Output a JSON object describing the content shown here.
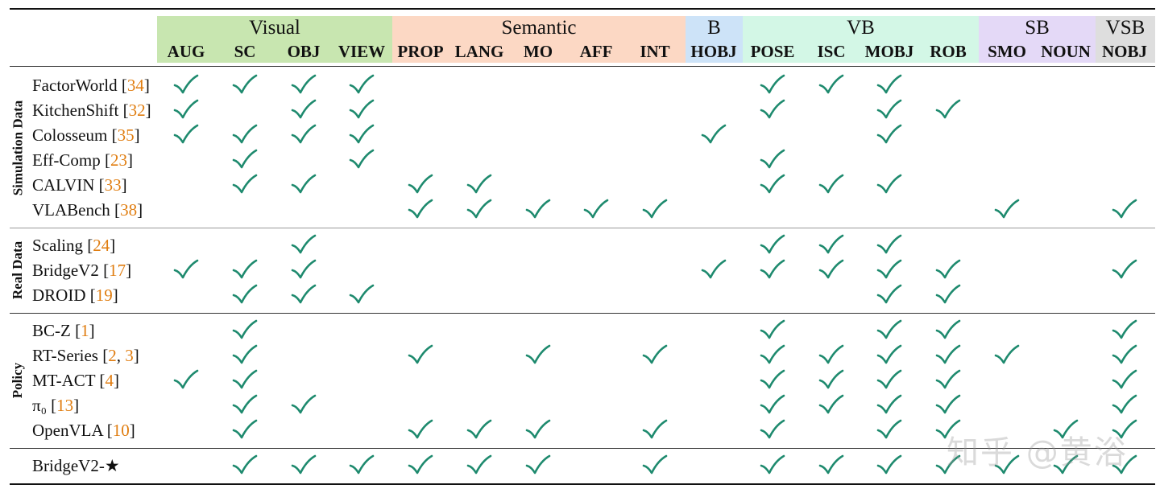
{
  "groups": [
    {
      "key": "visual",
      "label": "Visual",
      "color": "#c8e6b0"
    },
    {
      "key": "semantic",
      "label": "Semantic",
      "color": "#fcd8c4"
    },
    {
      "key": "b",
      "label": "B",
      "color": "#cde3f8"
    },
    {
      "key": "vb",
      "label": "VB",
      "color": "#d3f7e6"
    },
    {
      "key": "sb",
      "label": "SB",
      "color": "#e4d9f7"
    },
    {
      "key": "vsb",
      "label": "VSB",
      "color": "#dedede"
    }
  ],
  "columns": [
    "AUG",
    "SC",
    "OBJ",
    "VIEW",
    "PROP",
    "LANG",
    "MO",
    "AFF",
    "INT",
    "HOBJ",
    "POSE",
    "ISC",
    "MOBJ",
    "ROB",
    "SMO",
    "NOUN",
    "NOBJ"
  ],
  "sections": [
    "Simulation Data",
    "Real Data",
    "Policy"
  ],
  "rows": [
    {
      "name": "FactorWorld [",
      "cite": "34",
      "end": "]",
      "checks": [
        1,
        1,
        1,
        1,
        0,
        0,
        0,
        0,
        0,
        0,
        1,
        1,
        1,
        0,
        0,
        0,
        0
      ]
    },
    {
      "name": "KitchenShift [",
      "cite": "32",
      "end": "]",
      "checks": [
        1,
        0,
        1,
        1,
        0,
        0,
        0,
        0,
        0,
        0,
        1,
        0,
        1,
        1,
        0,
        0,
        0
      ]
    },
    {
      "name": "Colosseum [",
      "cite": "35",
      "end": "]",
      "checks": [
        1,
        1,
        1,
        1,
        0,
        0,
        0,
        0,
        0,
        1,
        0,
        0,
        1,
        0,
        0,
        0,
        0
      ]
    },
    {
      "name": "Eff-Comp [",
      "cite": "23",
      "end": "]",
      "checks": [
        0,
        1,
        0,
        1,
        0,
        0,
        0,
        0,
        0,
        0,
        1,
        0,
        0,
        0,
        0,
        0,
        0
      ]
    },
    {
      "name": "CALVIN [",
      "cite": "33",
      "end": "]",
      "checks": [
        0,
        1,
        1,
        0,
        1,
        1,
        0,
        0,
        0,
        0,
        1,
        1,
        1,
        0,
        0,
        0,
        0
      ]
    },
    {
      "name": "VLABench [",
      "cite": "38",
      "end": "]",
      "checks": [
        0,
        0,
        0,
        0,
        1,
        1,
        1,
        1,
        1,
        0,
        0,
        0,
        0,
        0,
        1,
        0,
        1
      ]
    },
    {
      "name": "Scaling [",
      "cite": "24",
      "end": "]",
      "checks": [
        0,
        0,
        1,
        0,
        0,
        0,
        0,
        0,
        0,
        0,
        1,
        1,
        1,
        0,
        0,
        0,
        0
      ]
    },
    {
      "name": "BridgeV2 [",
      "cite": "17",
      "end": "]",
      "checks": [
        1,
        1,
        1,
        0,
        0,
        0,
        0,
        0,
        0,
        1,
        1,
        1,
        1,
        1,
        0,
        0,
        1
      ]
    },
    {
      "name": "DROID [",
      "cite": "19",
      "end": "]",
      "checks": [
        0,
        1,
        1,
        1,
        0,
        0,
        0,
        0,
        0,
        0,
        0,
        0,
        1,
        1,
        0,
        0,
        0
      ]
    },
    {
      "name": "BC-Z [",
      "cite": "1",
      "end": "]",
      "checks": [
        0,
        1,
        0,
        0,
        0,
        0,
        0,
        0,
        0,
        0,
        1,
        0,
        1,
        1,
        0,
        0,
        1
      ]
    },
    {
      "name": "RT-Series [",
      "cite": "2",
      "sep": ", ",
      "cite2": "3",
      "end": "]",
      "checks": [
        0,
        1,
        0,
        0,
        1,
        0,
        1,
        0,
        1,
        0,
        1,
        1,
        1,
        1,
        1,
        0,
        1
      ]
    },
    {
      "name": "MT-ACT [",
      "cite": "4",
      "end": "]",
      "checks": [
        1,
        1,
        0,
        0,
        0,
        0,
        0,
        0,
        0,
        0,
        1,
        1,
        1,
        1,
        0,
        0,
        1
      ]
    },
    {
      "name": "π₀ [",
      "cite": "13",
      "end": "]",
      "checks": [
        0,
        1,
        1,
        0,
        0,
        0,
        0,
        0,
        0,
        0,
        1,
        1,
        1,
        1,
        0,
        0,
        1
      ]
    },
    {
      "name": "OpenVLA [",
      "cite": "10",
      "end": "]",
      "checks": [
        0,
        1,
        0,
        0,
        1,
        1,
        1,
        0,
        1,
        0,
        1,
        0,
        1,
        1,
        0,
        1,
        1
      ]
    },
    {
      "name": "BridgeV2-★",
      "cite": "",
      "end": "",
      "checks": [
        0,
        1,
        1,
        1,
        1,
        1,
        1,
        0,
        1,
        0,
        1,
        1,
        1,
        1,
        1,
        1,
        1
      ]
    }
  ],
  "check_color": "#1e8a6e",
  "watermark": "知乎 @黄浴"
}
